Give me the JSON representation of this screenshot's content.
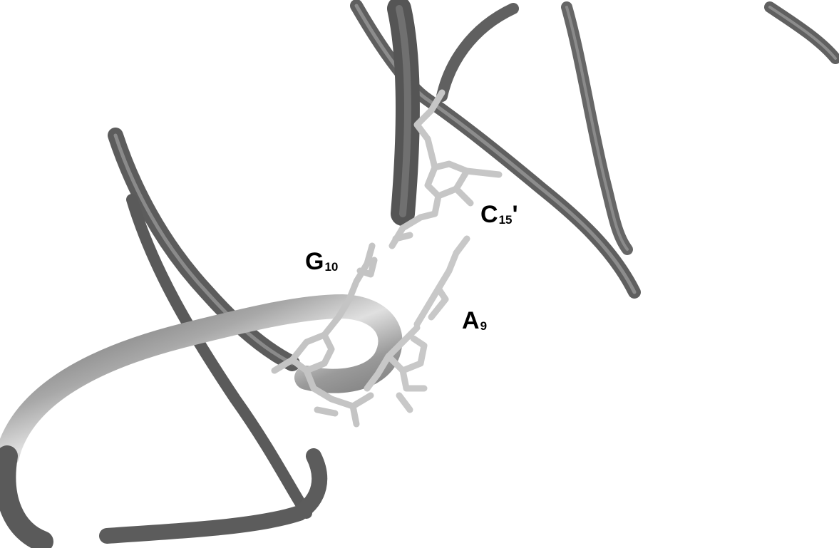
{
  "labels": {
    "g10": {
      "base": "G",
      "sub": "10",
      "suffix": ""
    },
    "a9": {
      "base": "A",
      "sub": "9",
      "suffix": ""
    },
    "c15": {
      "base": "C",
      "sub": "15",
      "suffix": "'"
    }
  },
  "colors": {
    "background": "#ffffff",
    "ribbon": "#636363",
    "ribbon_highlight": "#d9d9d9",
    "sticks": "#c8c8c8",
    "label_text": "#000000"
  }
}
